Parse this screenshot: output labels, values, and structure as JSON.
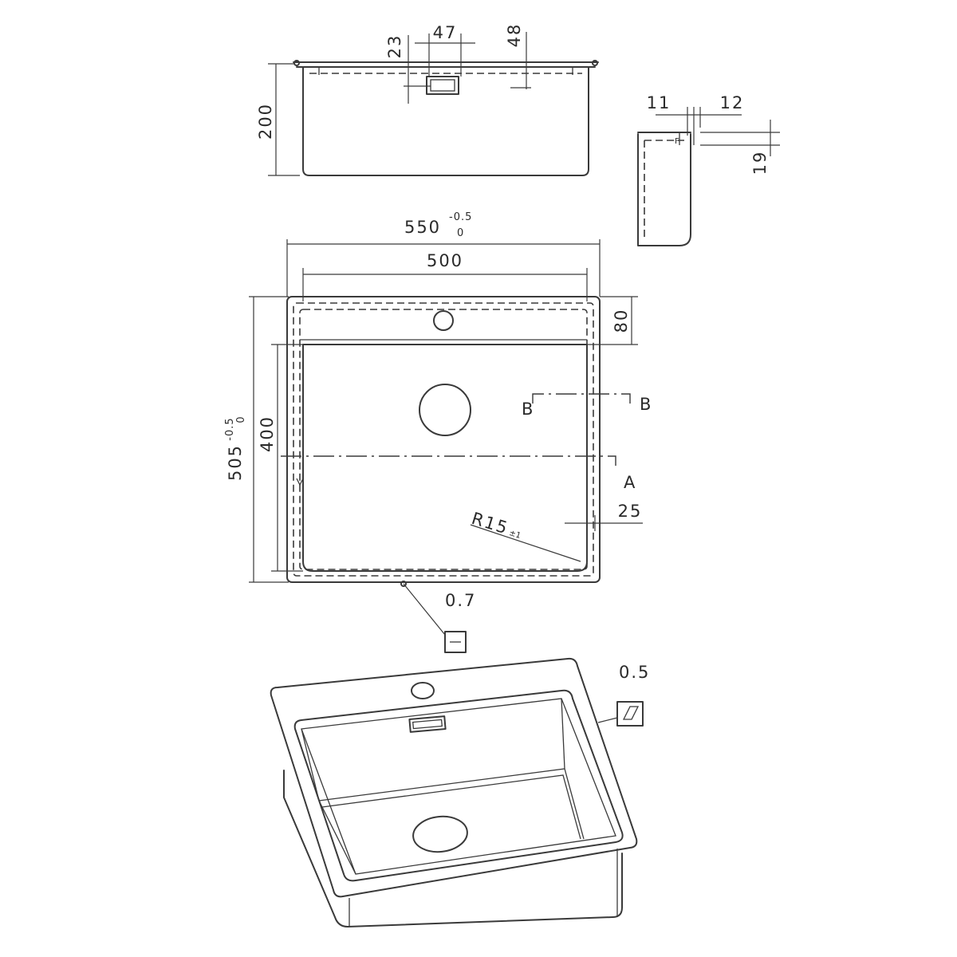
{
  "views": {
    "side_view": {
      "height_label": "200",
      "overflow_width_label": "47",
      "overflow_offset_label": "23",
      "overflow_depth_label": "48"
    },
    "section_detail": {
      "left_label": "11",
      "right_label": "12",
      "height_label": "19"
    },
    "plan_view": {
      "overall_width": {
        "value": "550",
        "tol_upper": "-0.5",
        "tol_lower": "0"
      },
      "bowl_width": "500",
      "overall_depth": {
        "value": "505",
        "tol_upper": "-0.5",
        "tol_lower": "0"
      },
      "bowl_depth": "400",
      "deck_depth": "80",
      "section_b_left": "B",
      "section_b_right": "B",
      "section_a": "A",
      "wall_offset": "25",
      "corner_radius": {
        "value": "R15",
        "tol": "±1"
      }
    },
    "flatness_note": {
      "value": "0.7"
    },
    "perspective_view": {
      "profile_note": {
        "value": "0.5"
      }
    }
  }
}
